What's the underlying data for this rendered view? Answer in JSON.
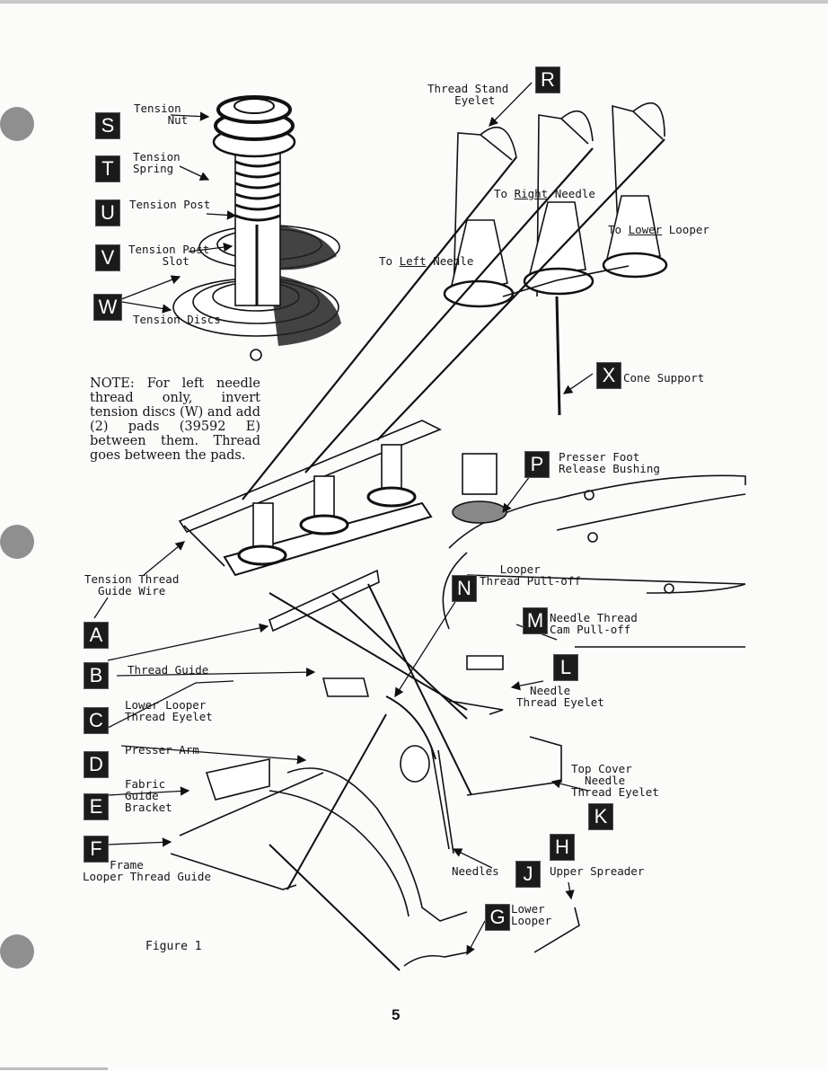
{
  "labels": {
    "tension_nut": "Tension\n     Nut",
    "tension_spring": "Tension\nSpring",
    "tension_post": "Tension Post",
    "tension_post_slot": "Tension Post\n     Slot",
    "tension_discs": "Tension Discs",
    "thread_stand_eyelet": "Thread Stand\n    Eyelet",
    "to_right_needle_prefix": "To ",
    "to_right_needle_u": "Right",
    "to_right_needle_suffix": " Needle",
    "to_left_needle_prefix": "To ",
    "to_left_needle_u": "Left",
    "to_left_needle_suffix": " Needle",
    "to_lower_looper_prefix": "To ",
    "to_lower_looper_u": "Lower",
    "to_lower_looper_suffix": " Looper",
    "cone_support": "Cone Support",
    "presser_foot_release": "Presser Foot\nRelease Bushing",
    "tension_thread_guide_wire": "Tension Thread\n  Guide Wire",
    "looper_thread_pulloff": "   Looper\nThread Pull-off",
    "needle_thread_cam": "Needle Thread\nCam Pull-off",
    "thread_guide": "Thread Guide",
    "needle_thread_eyelet": "  Needle\nThread Eyelet",
    "lower_looper_thread_eyelet": "Lower Looper\nThread Eyelet",
    "presser_arm": "Presser Arm",
    "fabric_guide_bracket": "Fabric\nGuide\nBracket",
    "top_cover_needle_eyelet": "Top Cover\n  Needle\nThread Eyelet",
    "frame_looper_thread_guide": "    Frame\nLooper Thread Guide",
    "needles": "Needles",
    "upper_spreader": "Upper Spreader",
    "lower_looper": "Lower\nLooper"
  },
  "letters": {
    "S": "S",
    "T": "T",
    "U": "U",
    "V": "V",
    "W": "W",
    "R": "R",
    "X": "X",
    "P": "P",
    "N": "N",
    "M": "M",
    "L": "L",
    "A": "A",
    "B": "B",
    "C": "C",
    "D": "D",
    "E": "E",
    "F": "F",
    "K": "K",
    "H": "H",
    "J": "J",
    "G": "G"
  },
  "note": "NOTE: For left needle thread only, invert tension discs (W) and add (2) pads (39592 E) between them. Thread goes between the pads.",
  "figure_caption": "Figure 1",
  "page_number": "5"
}
